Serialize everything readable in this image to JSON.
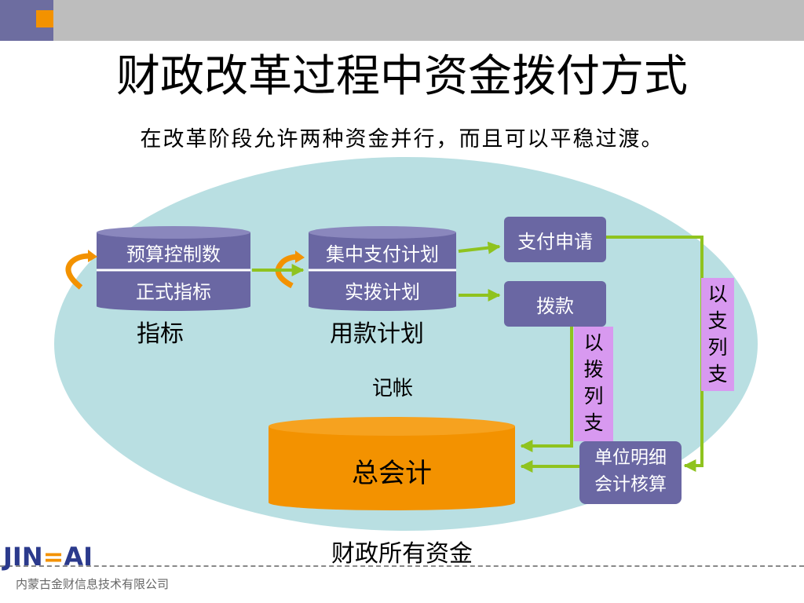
{
  "slide": {
    "title": "财政改革过程中资金拨付方式",
    "subtitle": "在改革阶段允许两种资金并行，而且可以平稳过渡。",
    "cylinder_left": {
      "top_label": "预算控制数",
      "bottom_label": "正式指标",
      "caption": "指标"
    },
    "cylinder_mid": {
      "top_label": "集中支付计划",
      "bottom_label": "实拨计划",
      "caption": "用款计划"
    },
    "box_payment_request": "支付申请",
    "box_allocation": "拨款",
    "vertical_label_allocation": [
      "以",
      "拨",
      "列",
      "支"
    ],
    "vertical_label_payment": [
      "以",
      "支",
      "列",
      "支"
    ],
    "bookkeeping_label": "记帐",
    "general_accounting": "总会计",
    "unit_detail_accounting": [
      "单位明细",
      "会计核算"
    ],
    "ellipse_caption": "财政所有资金"
  },
  "footer": {
    "logo_left": "JIN",
    "logo_right": "AI",
    "company": "内蒙古金财信息技术有限公司"
  },
  "colors": {
    "accent_orange": "#f39200",
    "ellipse_fill": "#b9dfe2",
    "box_purple": "#6a67a3",
    "label_violet": "#d899f0",
    "arrow_green": "#8fc31f"
  }
}
